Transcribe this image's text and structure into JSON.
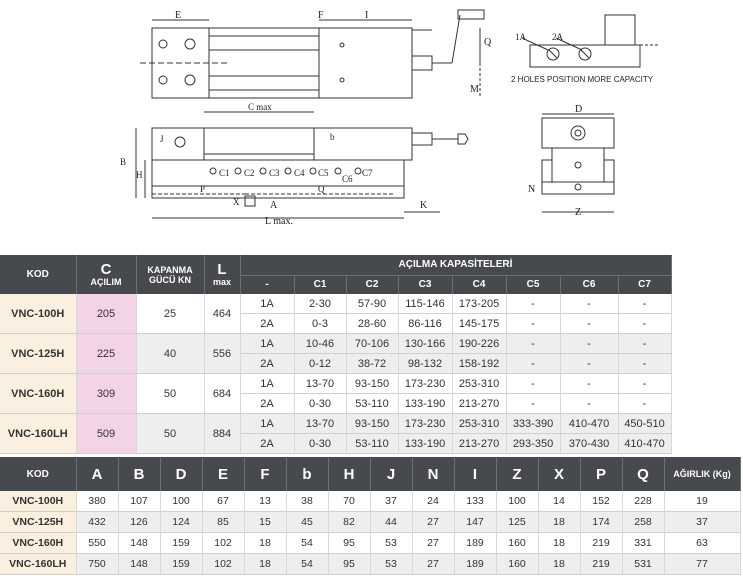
{
  "drawing": {
    "dim_labels": [
      "E",
      "F",
      "I",
      "Q",
      "M",
      "J",
      "b",
      "B",
      "H",
      "C max",
      "C1",
      "C2",
      "C3",
      "C4",
      "C5",
      "C6",
      "C7",
      "P",
      "Q",
      "X",
      "A",
      "K",
      "L max.",
      "1A",
      "2A",
      "D",
      "N",
      "Z"
    ],
    "note": "2 HOLES POSITION MORE CAPACITY"
  },
  "capacity_table": {
    "headers": {
      "kod": "KOD",
      "c_top": "C",
      "c_sub": "AÇILIM",
      "kap_top": "KAPANMA",
      "kap_sub": "GÜCÜ KN",
      "l_top": "L",
      "l_sub": "max",
      "acilma": "AÇILMA KAPASİTELERİ",
      "sub": [
        "-",
        "C1",
        "C2",
        "C3",
        "C4",
        "C5",
        "C6",
        "C7"
      ]
    },
    "models": [
      {
        "kod": "VNC-100H",
        "c": "205",
        "kap": "25",
        "l": "464",
        "rows": [
          [
            "1A",
            "2-30",
            "57-90",
            "115-146",
            "173-205",
            "-",
            "-",
            "-"
          ],
          [
            "2A",
            "0-3",
            "28-60",
            "86-116",
            "145-175",
            "-",
            "-",
            "-"
          ]
        ]
      },
      {
        "kod": "VNC-125H",
        "c": "225",
        "kap": "40",
        "l": "556",
        "rows": [
          [
            "1A",
            "10-46",
            "70-106",
            "130-166",
            "190-226",
            "-",
            "-",
            "-"
          ],
          [
            "2A",
            "0-12",
            "38-72",
            "98-132",
            "158-192",
            "-",
            "-",
            "-"
          ]
        ]
      },
      {
        "kod": "VNC-160H",
        "c": "309",
        "kap": "50",
        "l": "684",
        "rows": [
          [
            "1A",
            "13-70",
            "93-150",
            "173-230",
            "253-310",
            "-",
            "-",
            "-"
          ],
          [
            "2A",
            "0-30",
            "53-110",
            "133-190",
            "213-270",
            "-",
            "-",
            "-"
          ]
        ]
      },
      {
        "kod": "VNC-160LH",
        "c": "509",
        "kap": "50",
        "l": "884",
        "rows": [
          [
            "1A",
            "13-70",
            "93-150",
            "173-230",
            "253-310",
            "333-390",
            "410-470",
            "450-510"
          ],
          [
            "2A",
            "0-30",
            "53-110",
            "133-190",
            "213-270",
            "293-350",
            "370-430",
            "410-470"
          ]
        ]
      }
    ]
  },
  "dimension_table": {
    "headers": [
      "KOD",
      "A",
      "B",
      "D",
      "E",
      "F",
      "b",
      "H",
      "J",
      "N",
      "I",
      "Z",
      "X",
      "P",
      "Q",
      "AĞIRLIK (Kg)"
    ],
    "rows": [
      [
        "VNC-100H",
        "380",
        "107",
        "100",
        "67",
        "13",
        "38",
        "70",
        "37",
        "24",
        "133",
        "100",
        "14",
        "152",
        "228",
        "19"
      ],
      [
        "VNC-125H",
        "432",
        "126",
        "124",
        "85",
        "15",
        "45",
        "82",
        "44",
        "27",
        "147",
        "125",
        "18",
        "174",
        "258",
        "37"
      ],
      [
        "VNC-160H",
        "550",
        "148",
        "159",
        "102",
        "18",
        "54",
        "95",
        "53",
        "27",
        "189",
        "160",
        "18",
        "219",
        "331",
        "63"
      ],
      [
        "VNC-160LH",
        "750",
        "148",
        "159",
        "102",
        "18",
        "54",
        "95",
        "53",
        "27",
        "189",
        "160",
        "18",
        "219",
        "531",
        "77"
      ]
    ]
  }
}
